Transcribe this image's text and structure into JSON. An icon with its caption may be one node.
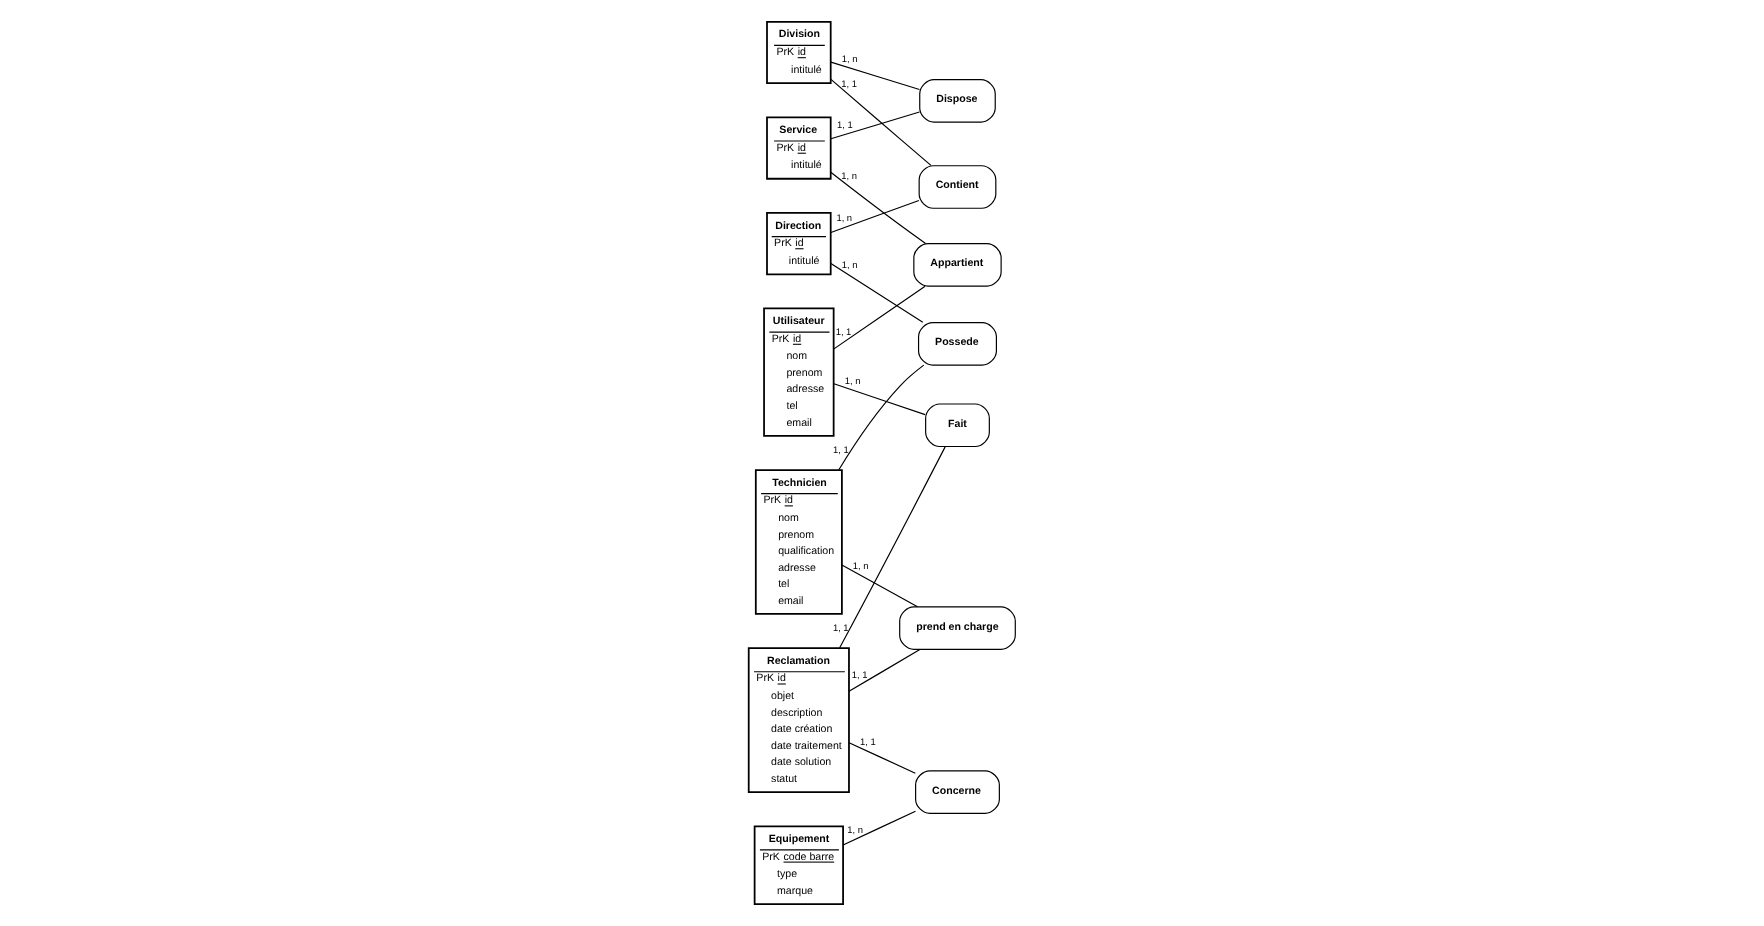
{
  "diagram": {
    "nodes": [
      {
        "text": [
          "Utilisateur",
          "PrK id",
          "nom",
          "prenom",
          "adresse",
          "tel",
          "email"
        ]
      },
      {
        "text": [
          "Appartient"
        ]
      },
      {
        "text": [
          "Direction",
          "PrK id",
          "intitulé"
        ]
      },
      {
        "text": [
          "Contient"
        ]
      },
      {
        "text": [
          "Service",
          "PrK id",
          "intitulé"
        ]
      },
      {
        "text": [
          "Dispose"
        ]
      },
      {
        "text": [
          "Division",
          "PrK id",
          "intitulé"
        ]
      },
      {
        "text": [
          "Possede"
        ]
      },
      {
        "text": [
          "Fait"
        ]
      },
      {
        "text": [
          "Technicien",
          "PrK id",
          "nom",
          "prenom",
          "qualification",
          "adresse",
          "tel",
          "email"
        ]
      },
      {
        "text": [
          "prend en charge"
        ]
      },
      {
        "text": [
          "Reclamation",
          "PrK id",
          "objet",
          "description",
          "date création",
          "date traitement",
          "date solution",
          "statut"
        ]
      },
      {
        "text": [
          "Concerne"
        ]
      },
      {
        "text": [
          "Equipement",
          "PrK code barre",
          "type",
          "marque"
        ]
      }
    ],
    "edges": [
      {
        "from": 0,
        "to": 1,
        "arrow": "none",
        "label": "1, 1"
      },
      {
        "from": 4,
        "to": 1,
        "arrow": "none",
        "label": "1, n"
      },
      {
        "from": 2,
        "to": 3,
        "arrow": "none",
        "label": "1, n"
      },
      {
        "from": 6,
        "to": 3,
        "arrow": "none",
        "label": "1, 1"
      },
      {
        "from": 4,
        "to": 5,
        "arrow": "none",
        "label": "1, 1"
      },
      {
        "from": 6,
        "to": 5,
        "arrow": "none",
        "label": "1, n"
      },
      {
        "from": 2,
        "to": 7,
        "arrow": "none",
        "label": "1, n"
      },
      {
        "from": 9,
        "to": 7,
        "arrow": "none",
        "label": "1, 1"
      },
      {
        "from": 0,
        "to": 8,
        "arrow": "none",
        "label": "1, n"
      },
      {
        "from": 11,
        "to": 8,
        "arrow": "none",
        "label": "1, 1"
      },
      {
        "from": 11,
        "to": 10,
        "arrow": "none",
        "label": "1, 1"
      },
      {
        "from": 9,
        "to": 10,
        "arrow": "none",
        "label": "1, n"
      },
      {
        "from": 11,
        "to": 12,
        "arrow": "none",
        "label": "1, 1"
      },
      {
        "from": 13,
        "to": 12,
        "arrow": "none",
        "label": "1, n"
      }
    ]
  }
}
